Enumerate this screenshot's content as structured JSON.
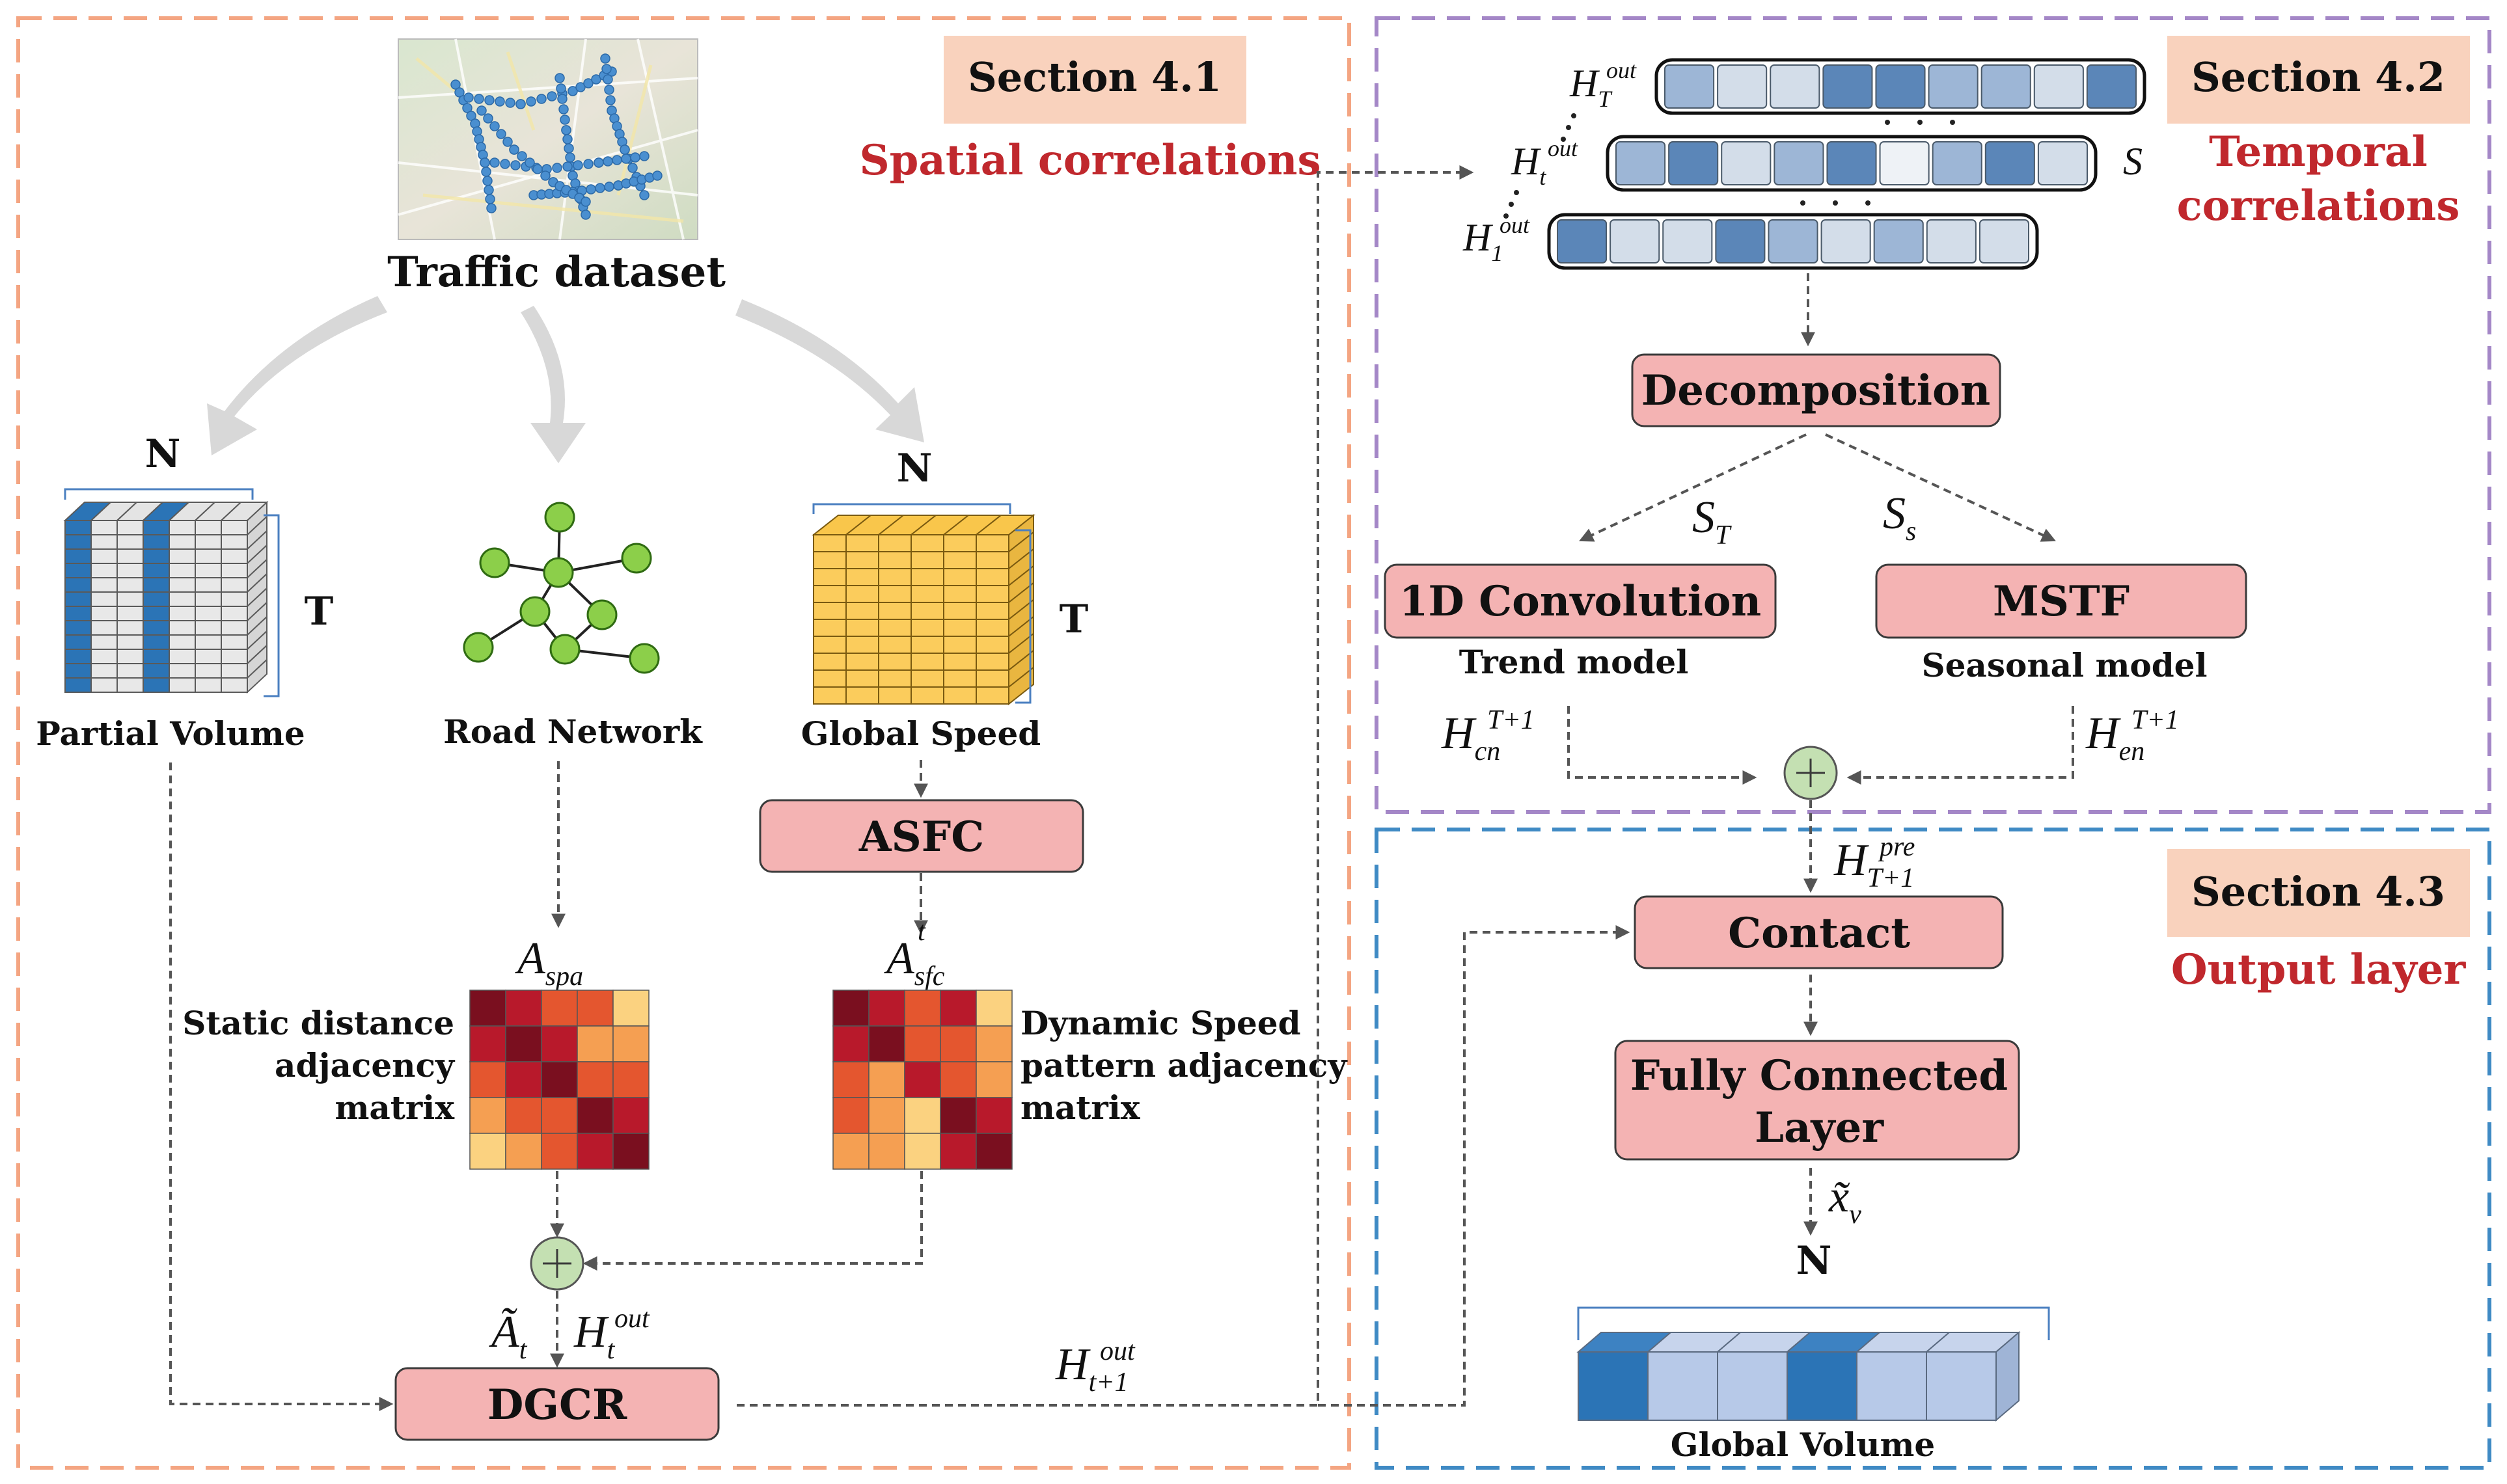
{
  "sections": {
    "spatial": {
      "tag": "Section 4.1",
      "subtitle": "Spatial correlations"
    },
    "temporal": {
      "tag": "Section 4.2",
      "subtitle_line1": "Temporal",
      "subtitle_line2": "correlations"
    },
    "output": {
      "tag": "Section 4.3",
      "subtitle": "Output layer"
    }
  },
  "spatial": {
    "dataset_label": "Traffic dataset",
    "partial_volume": {
      "label": "Partial Volume",
      "dim_n": "N",
      "dim_t": "T"
    },
    "road_network": {
      "label": "Road Network"
    },
    "global_speed": {
      "label": "Global Speed",
      "dim_n": "N",
      "dim_t": "T"
    },
    "asfc": "ASFC",
    "a_spa": {
      "base": "A",
      "sub": "spa"
    },
    "a_sfc": {
      "base": "A",
      "sup": "t",
      "sub": "sfc"
    },
    "static_label": [
      "Static distance",
      "adjacency",
      "matrix"
    ],
    "dynamic_label": [
      "Dynamic Speed",
      "pattern adjacency",
      "matrix"
    ],
    "a_tilde": {
      "base": "Ã",
      "sub": "t"
    },
    "h_t_out": {
      "base": "H",
      "sup": "out",
      "sub": "t"
    },
    "dgcr": "DGCR",
    "h_t1_out": {
      "base": "H",
      "sup": "out",
      "sub": "t+1"
    }
  },
  "temporal": {
    "h_T_out": {
      "base": "H",
      "sup": "out",
      "sub": "T"
    },
    "h_t_out": {
      "base": "H",
      "sup": "out",
      "sub": "t"
    },
    "h_1_out": {
      "base": "H",
      "sup": "out",
      "sub": "1"
    },
    "s_label": "S",
    "decomposition": "Decomposition",
    "s_T": {
      "base": "S",
      "sub": "T"
    },
    "s_s": {
      "base": "S",
      "sub": "s"
    },
    "conv": "1D Convolution",
    "trend_model": "Trend model",
    "mstf": "MSTF",
    "seasonal_model": "Seasonal model",
    "h_cn": {
      "base": "H",
      "sup": "T+1",
      "sub": "cn"
    },
    "h_en": {
      "base": "H",
      "sup": "T+1",
      "sub": "en"
    }
  },
  "output": {
    "h_pre": {
      "base": "H",
      "sup": "pre",
      "sub": "T+1"
    },
    "contact": "Contact",
    "fc_line1": "Fully Connected",
    "fc_line2": "Layer",
    "x_v": {
      "base": "x̃",
      "sub": "v"
    },
    "dim_n": "N",
    "global_volume": "Global Volume"
  },
  "colors": {
    "orange_dash": "#f4a582",
    "purple_dash": "#a487c7",
    "blue_dash": "#3f8ac4",
    "section_tag_fill": "#f9d2bd",
    "red_text": "#c0282d",
    "module_fill": "#f4b3b3",
    "module_stroke": "#3a3a3a",
    "plus_fill": "#c4e0b2",
    "node_green": "#8ccf4a",
    "speed_yellow": "#fbcc5c",
    "volume_blue": "#2b74b6"
  }
}
